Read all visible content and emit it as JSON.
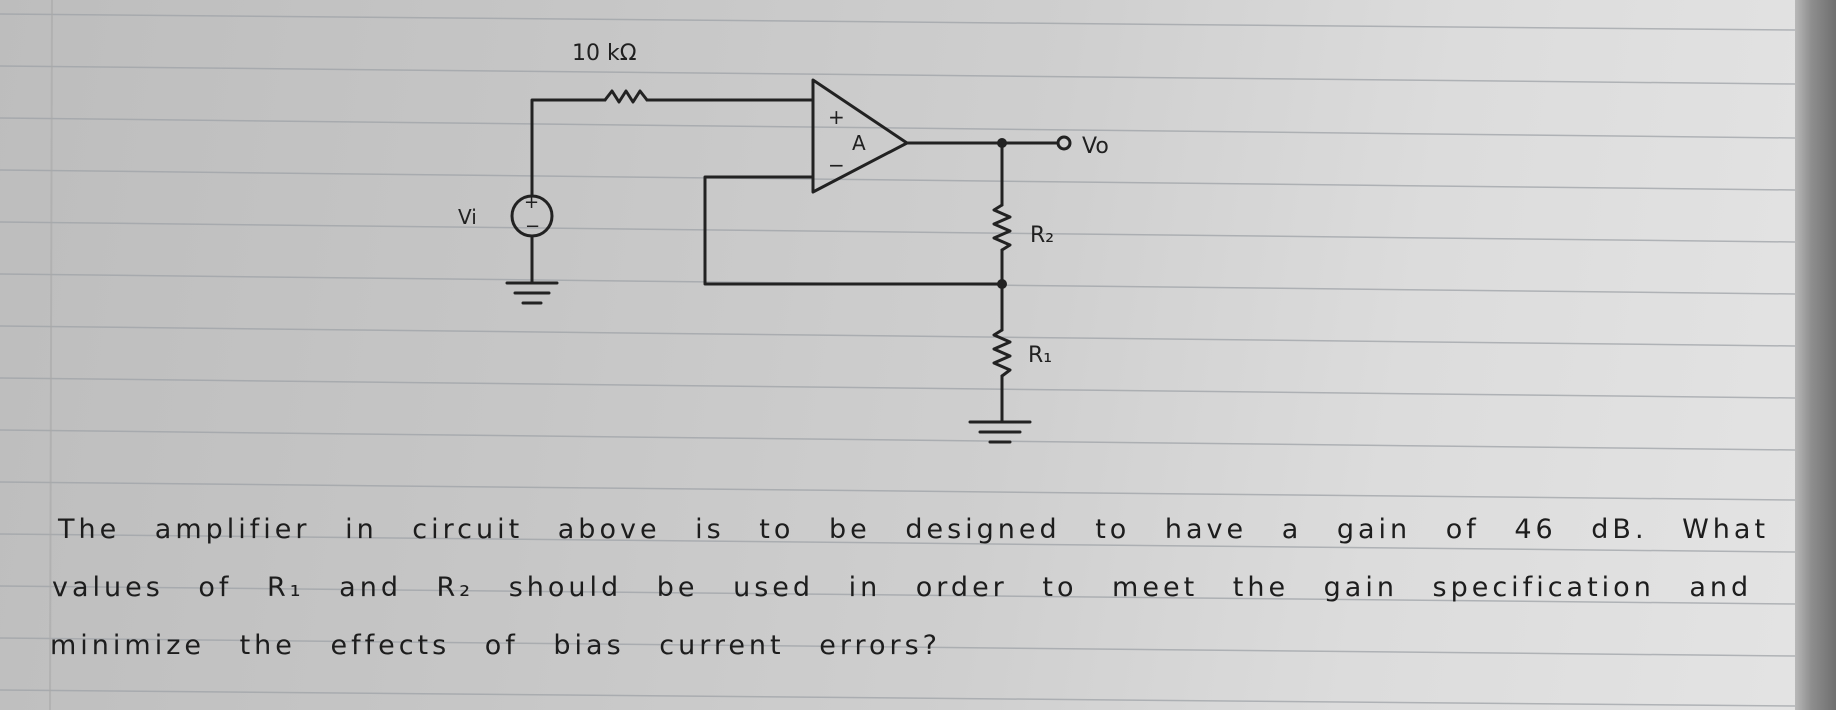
{
  "circuit": {
    "resistor_label": "10 kΩ",
    "source_label": "Vi",
    "source_plus": "+",
    "source_minus": "−",
    "opamp_plus": "+",
    "opamp_minus": "−",
    "opamp_gain_label": "A",
    "output_label": "Vo",
    "r2_label": "R₂",
    "r1_label": "R₁"
  },
  "problem": {
    "line1": "The amplifier in circuit above is to be designed to have a gain of 46 dB. What",
    "line2": "values of R₁ and R₂ should be used in order to meet the gain specification and",
    "line3": "minimize the effects of bias current errors?"
  }
}
